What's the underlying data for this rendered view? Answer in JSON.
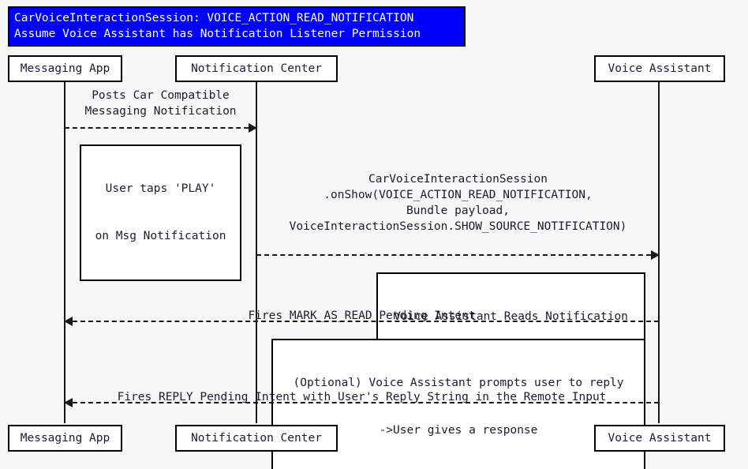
{
  "diagram": {
    "type": "sequence-diagram",
    "background_color": "#f7f7f7",
    "line_color": "#181818",
    "title": {
      "background_color": "#0000FF",
      "text_color": "#FFFFFF",
      "line1": "CarVoiceInteractionSession: VOICE_ACTION_READ_NOTIFICATION",
      "line2": "Assume Voice Assistant has Notification Listener Permission"
    },
    "participants": [
      {
        "id": "messaging-app",
        "label": "Messaging App"
      },
      {
        "id": "notification-center",
        "label": "Notification Center"
      },
      {
        "id": "voice-assistant",
        "label": "Voice Assistant"
      }
    ],
    "messages": [
      {
        "id": "post-notification",
        "label_line1": "Posts Car Compatible",
        "label_line2": "Messaging Notification",
        "from": "messaging-app",
        "to": "notification-center",
        "direction": "right",
        "style": "dashed"
      },
      {
        "id": "onshow",
        "label_line1": "CarVoiceInteractionSession",
        "label_line2": ".onShow(VOICE_ACTION_READ_NOTIFICATION,",
        "label_line3": "Bundle payload,",
        "label_line4": "VoiceInteractionSession.SHOW_SOURCE_NOTIFICATION)",
        "from": "notification-center",
        "to": "voice-assistant",
        "direction": "right",
        "style": "dashed"
      },
      {
        "id": "mark-as-read",
        "label_line1": "Fires MARK_AS_READ Pending Intent",
        "from": "voice-assistant",
        "to": "messaging-app",
        "direction": "left",
        "style": "dashed"
      },
      {
        "id": "reply-intent",
        "label_line1": "Fires REPLY Pending Intent with User's Reply String in the Remote Input",
        "from": "voice-assistant",
        "to": "messaging-app",
        "direction": "left",
        "style": "dashed"
      }
    ],
    "notes": [
      {
        "id": "user-taps-play",
        "line1": "User taps 'PLAY'",
        "line2": "on Msg Notification"
      },
      {
        "id": "va-reads-notification",
        "line1": "Voice Assistant Reads Notification"
      },
      {
        "id": "optional-reply-prompt",
        "line1": "(Optional) Voice Assistant prompts user to reply",
        "line2": "->User gives a response"
      }
    ]
  }
}
